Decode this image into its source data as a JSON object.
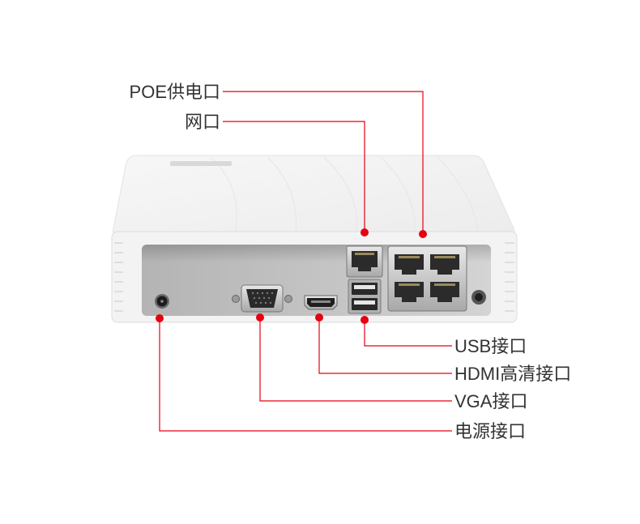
{
  "callouts": {
    "poe": "POE供电口",
    "lan": "网口",
    "usb": "USB接口",
    "hdmi": "HDMI高清接口",
    "vga": "VGA接口",
    "power": "电源接口"
  },
  "colors": {
    "callout_line": "#e60012",
    "label_text": "#333333",
    "device_shell": "#f3f3f3",
    "rear_panel": "#c2c2c2"
  }
}
